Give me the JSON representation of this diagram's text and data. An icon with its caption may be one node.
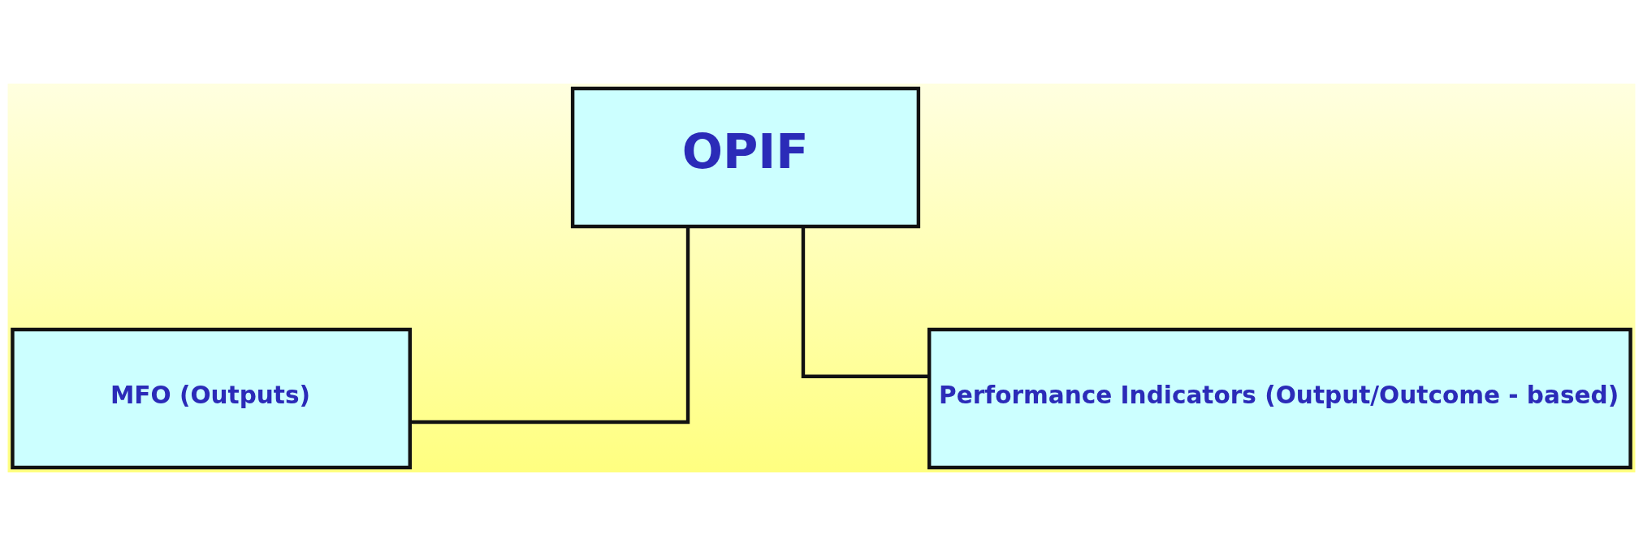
{
  "diagram": {
    "nodes": [
      {
        "text": [
          "OPIF"
        ]
      },
      {
        "text": [
          "MFO (Outputs)"
        ]
      },
      {
        "text": [
          "Performance Indicators (Output/Outcome - based)"
        ]
      }
    ],
    "edges": [
      {
        "from": 0,
        "to": 1,
        "arrow": "none"
      },
      {
        "from": 0,
        "to": 2,
        "arrow": "none"
      }
    ]
  }
}
